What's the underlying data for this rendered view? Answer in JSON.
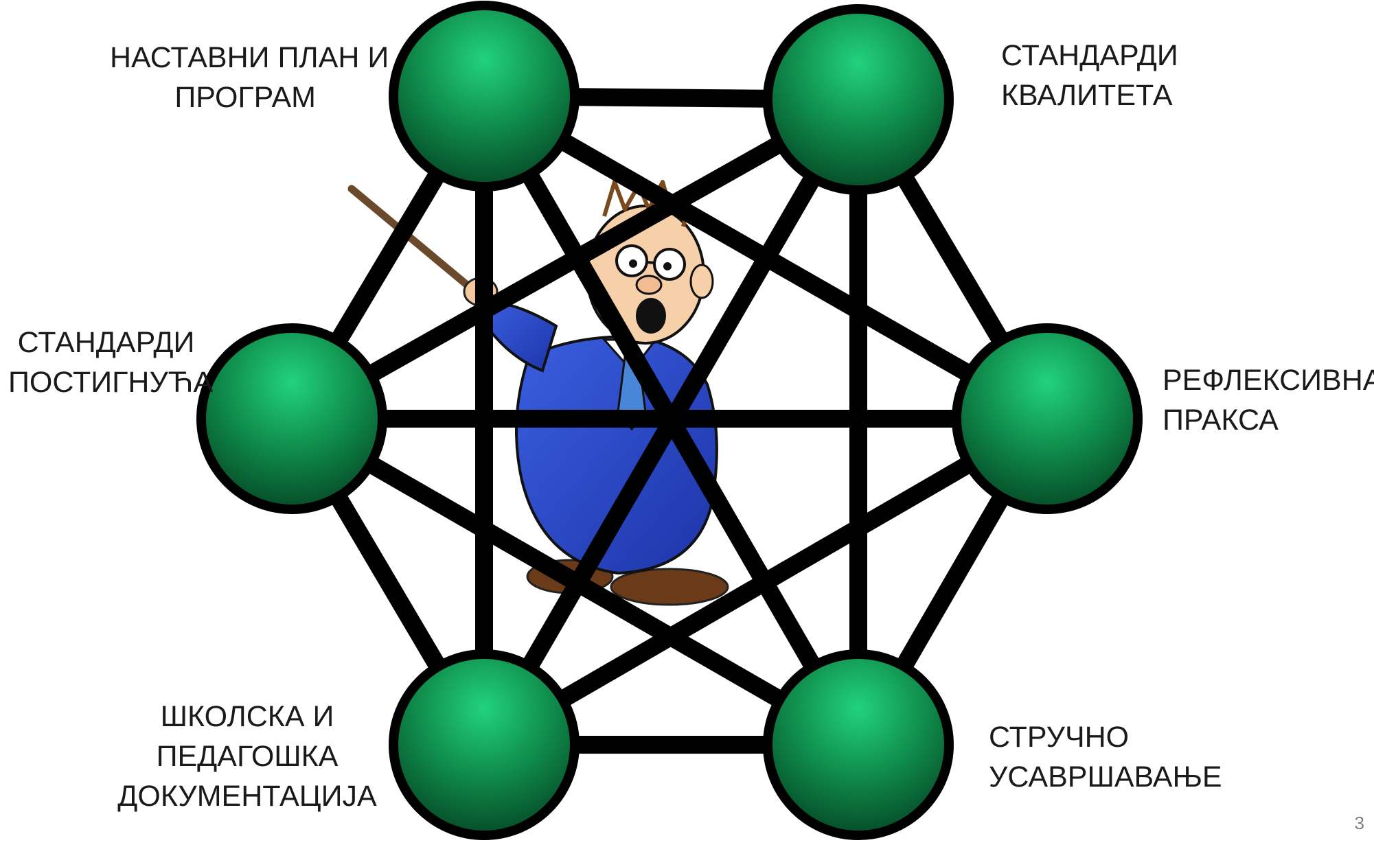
{
  "diagram": {
    "nodes": [
      {
        "id": "curriculum",
        "lines": [
          "НАСТАВНИ ПЛАН И",
          "ПРОГРАМ"
        ]
      },
      {
        "id": "quality-standards",
        "lines": [
          "СТАНДАРДИ",
          "КВАЛИТЕТА"
        ]
      },
      {
        "id": "achievement-standards",
        "lines": [
          "СТАНДАРДИ",
          "ПОСТИГНУЋА"
        ]
      },
      {
        "id": "reflective-practice",
        "lines": [
          "РЕФЛЕКСИВНА",
          "ПРАКСА"
        ]
      },
      {
        "id": "school-documentation",
        "lines": [
          "ШКОЛСКА И",
          "ПЕДАГОШКА",
          "ДОКУМЕНТАЦИЈА"
        ]
      },
      {
        "id": "professional-development",
        "lines": [
          "СТРУЧНО",
          "УСАВРШАВАЊЕ"
        ]
      }
    ],
    "connections": "all-to-all",
    "node_color": "#0f8a4a",
    "node_highlight": "#1fd07a",
    "line_color": "#000000",
    "center_illustration": "teacher-with-pointer"
  },
  "slide": {
    "page_number": "3"
  }
}
